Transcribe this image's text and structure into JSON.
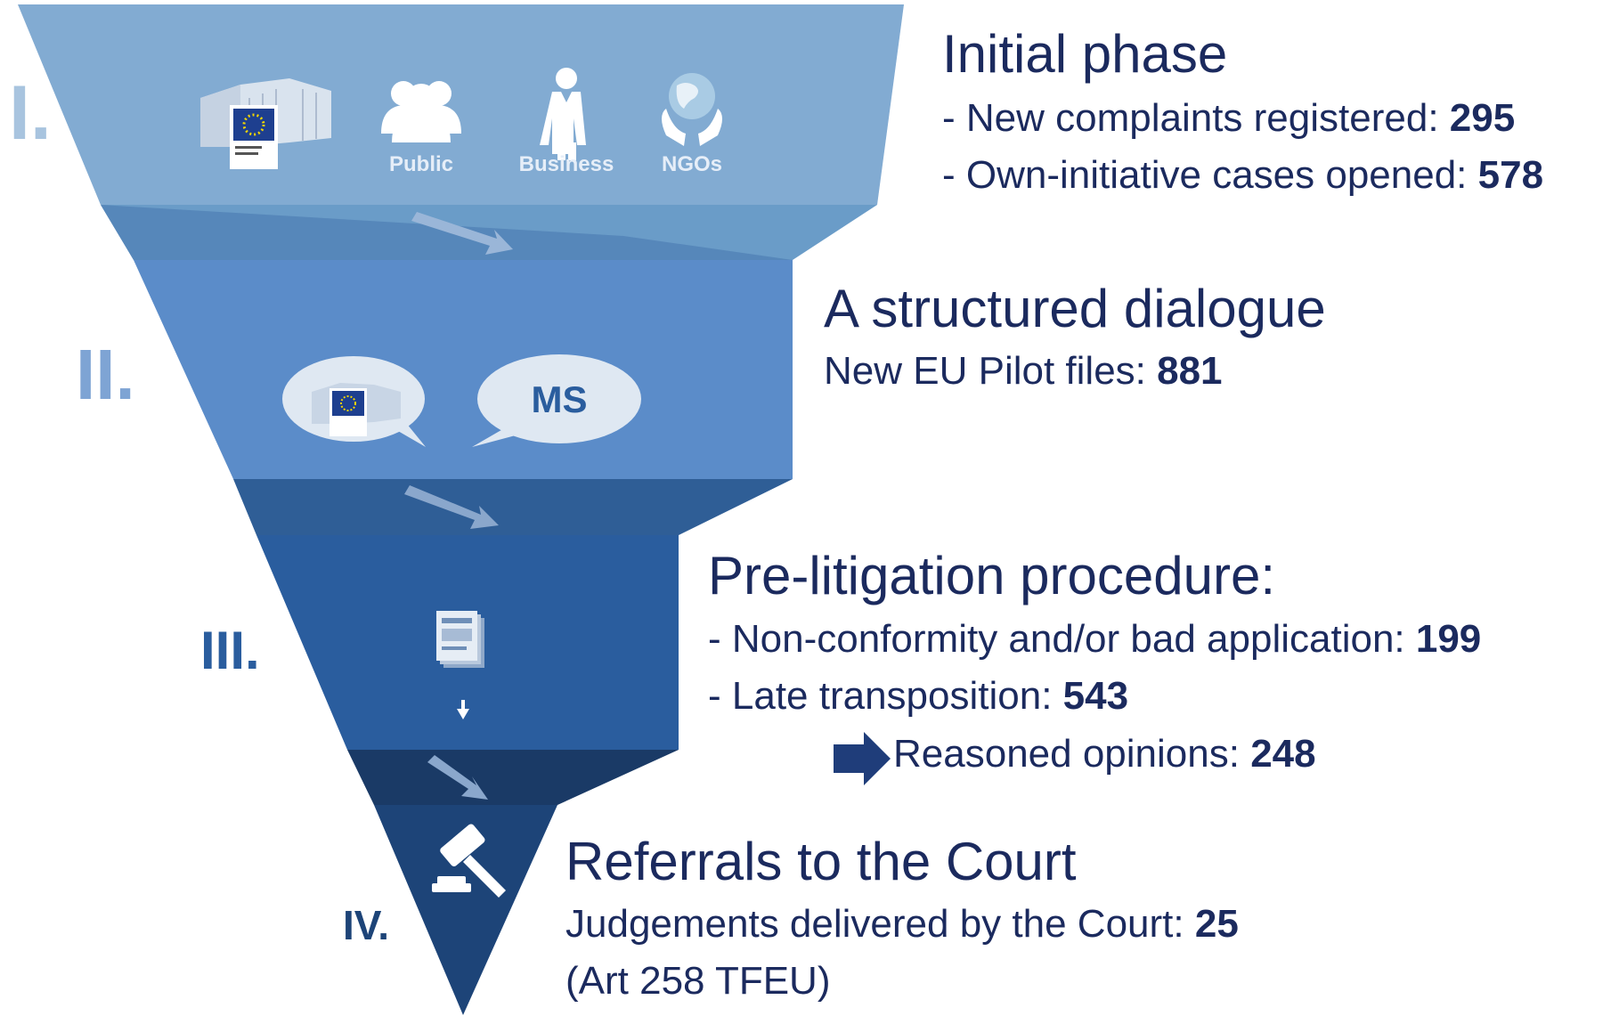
{
  "stages": [
    {
      "roman": "I.",
      "title": "Initial phase",
      "icon_labels": [
        "Public",
        "Business",
        "NGOs"
      ],
      "lines": [
        {
          "label": "- New complaints registered: ",
          "value": "295"
        },
        {
          "label": "- Own-initiative cases opened: ",
          "value": "578"
        }
      ]
    },
    {
      "roman": "II.",
      "title": "A structured dialogue",
      "bubble_label": "MS",
      "lines": [
        {
          "label": "New EU Pilot files: ",
          "value": "881"
        }
      ]
    },
    {
      "roman": "III.",
      "title": "Pre-litigation procedure:",
      "lines": [
        {
          "label": "- Non-conformity and/or bad application: ",
          "value": "199"
        },
        {
          "label": "- Late transposition: ",
          "value": "543"
        },
        {
          "label": "Reasoned opinions: ",
          "value": "248"
        }
      ]
    },
    {
      "roman": "IV.",
      "title": "Referrals to the Court",
      "lines": [
        {
          "label": "Judgements delivered by the Court:  ",
          "value": "25"
        },
        {
          "label": "(Art 258 TFEU)",
          "value": ""
        }
      ]
    }
  ],
  "colors": {
    "stage1": "#82abd2",
    "stage2": "#5b8cc9",
    "stage3": "#2a5d9e",
    "stage4": "#1d4478",
    "text": "#1b2a5e",
    "arrow": "#1f3d7a"
  },
  "icons": [
    "eu-building-icon",
    "public-group-icon",
    "business-person-icon",
    "ngo-globe-hands-icon",
    "speech-bubble-icon",
    "documents-icon",
    "gavel-icon",
    "right-arrow-icon"
  ]
}
